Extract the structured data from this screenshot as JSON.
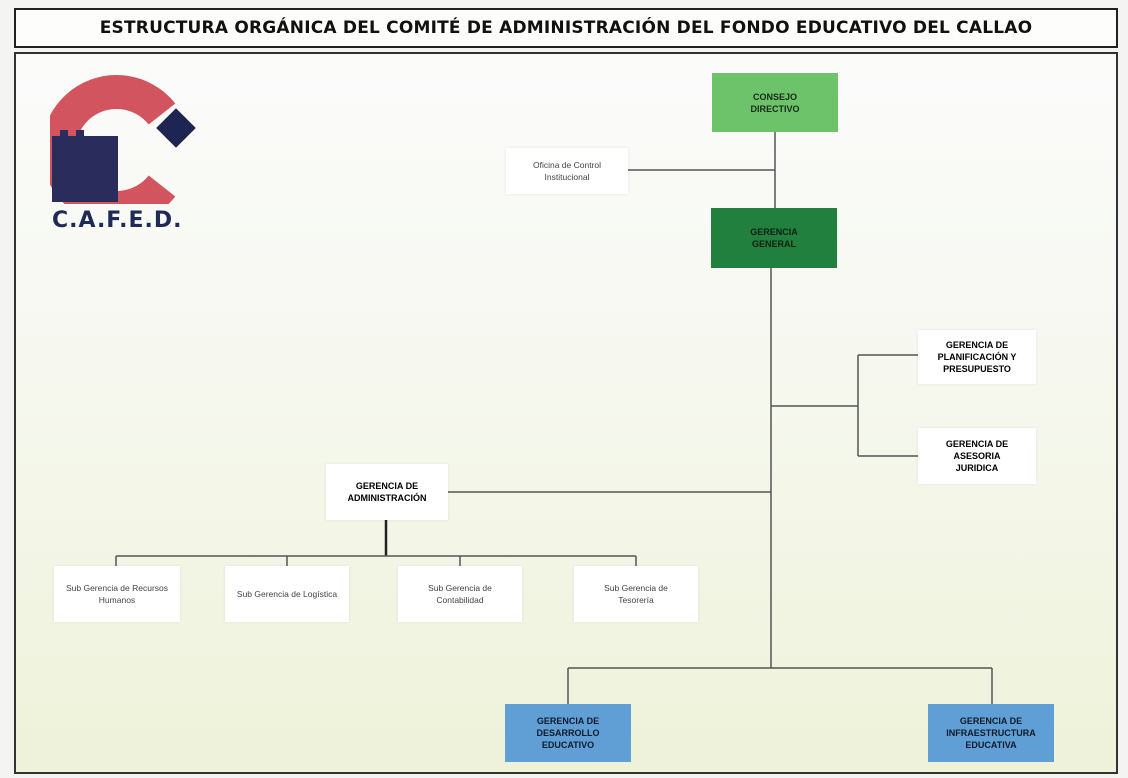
{
  "title": "ESTRUCTURA ORGÁNICA DEL COMITÉ DE ADMINISTRACIÓN DEL FONDO EDUCATIVO DEL CALLAO",
  "logo": {
    "text": "C.A.F.E.D.",
    "colors": {
      "arc": "#d2545f",
      "shield": "#2a2d5c",
      "diamond": "#1f2552"
    }
  },
  "colors": {
    "light_green": "#6cc36a",
    "dark_green": "#22803f",
    "blue": "#5f9fd6",
    "line": "#555555"
  },
  "nodes": {
    "consejo": "CONSEJO DIRECTIVO",
    "control": "Oficina de Control Institucional",
    "gerencia_general": "GERENCIA GENERAL",
    "planificacion": "GERENCIA DE PLANIFICACIÓN Y PRESUPUESTO",
    "asesoria": "GERENCIA DE ASESORIA JURIDICA",
    "administracion": "GERENCIA DE ADMINISTRACIÓN",
    "sub_rrhh": "Sub Gerencia de Recursos Humanos",
    "sub_logistica": "Sub Gerencia de Logística",
    "sub_contabilidad": "Sub Gerencia de Contabilidad",
    "sub_tesoreria": "Sub Gerencia de Tesorería",
    "desarrollo": "GERENCIA DE DESARROLLO EDUCATIVO",
    "infraestructura": "GERENCIA DE INFRAESTRUCTURA EDUCATIVA"
  }
}
